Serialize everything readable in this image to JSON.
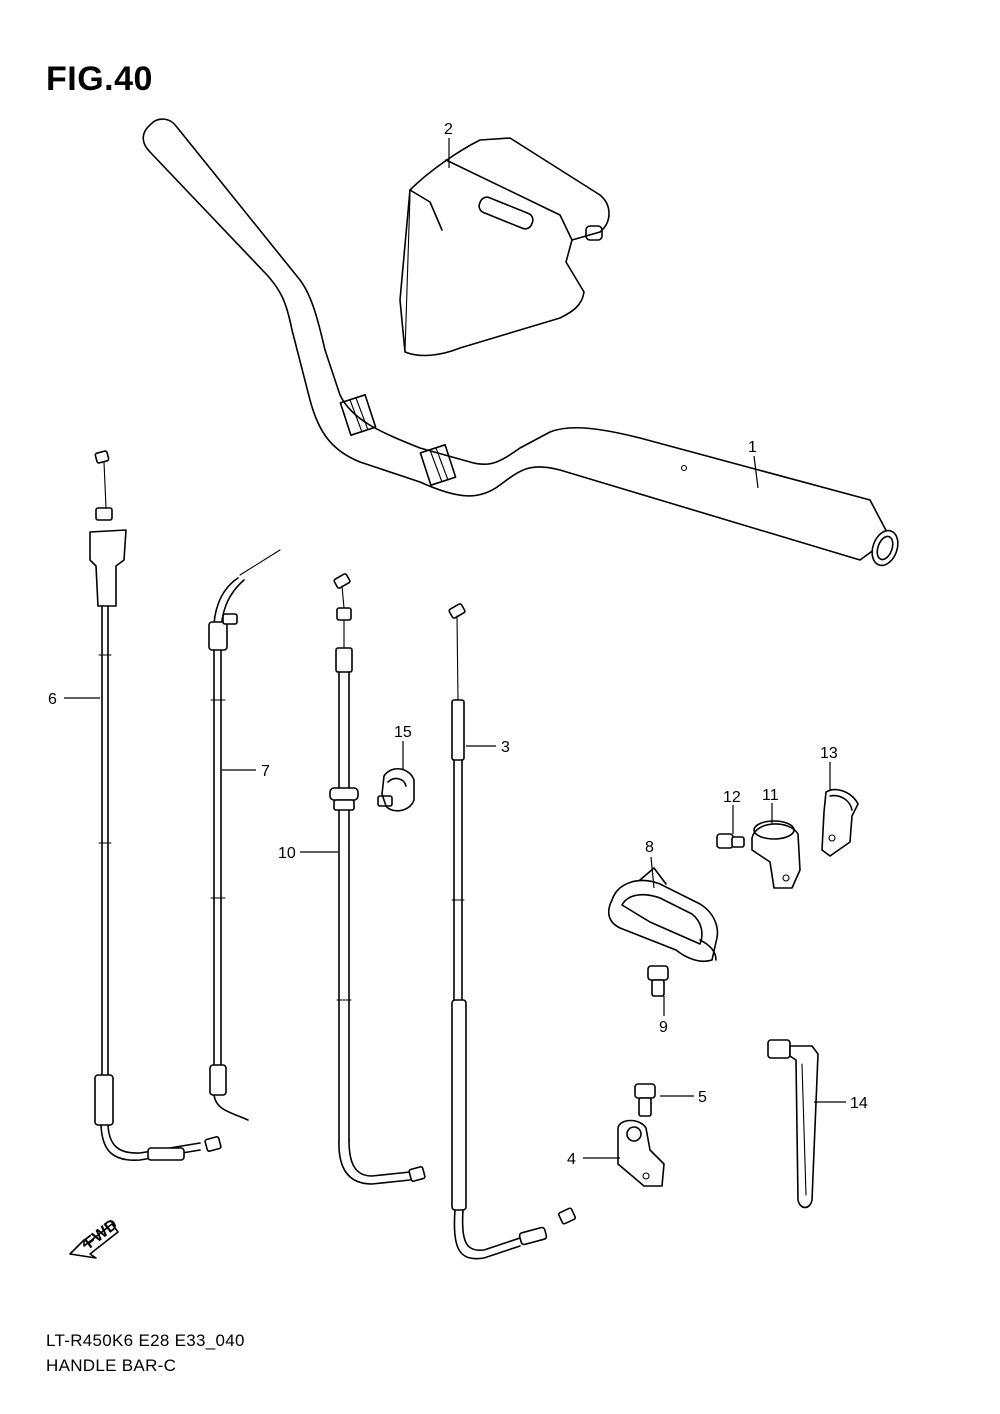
{
  "figure_title": "FIG.40",
  "footer": {
    "line1": "LT-R450K6 E28 E33_040",
    "line2": "HANDLE BAR-C"
  },
  "fwd_label": "FWD",
  "callouts": [
    "1",
    "2",
    "3",
    "4",
    "5",
    "6",
    "7",
    "8",
    "9",
    "10",
    "11",
    "12",
    "13",
    "14",
    "15"
  ]
}
